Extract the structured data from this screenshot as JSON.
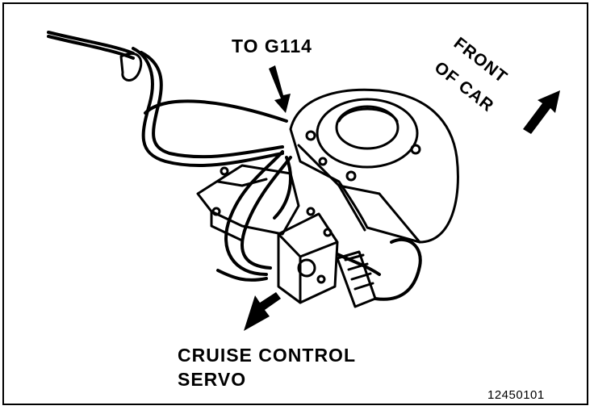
{
  "labels": {
    "to_ground": "TO G114",
    "servo_line1": "CRUISE CONTROL",
    "servo_line2": "SERVO",
    "front_line1": "FRONT",
    "front_line2": "OF CAR",
    "part_number": "12450101"
  },
  "colors": {
    "ink": "#000000",
    "paper": "#ffffff"
  }
}
